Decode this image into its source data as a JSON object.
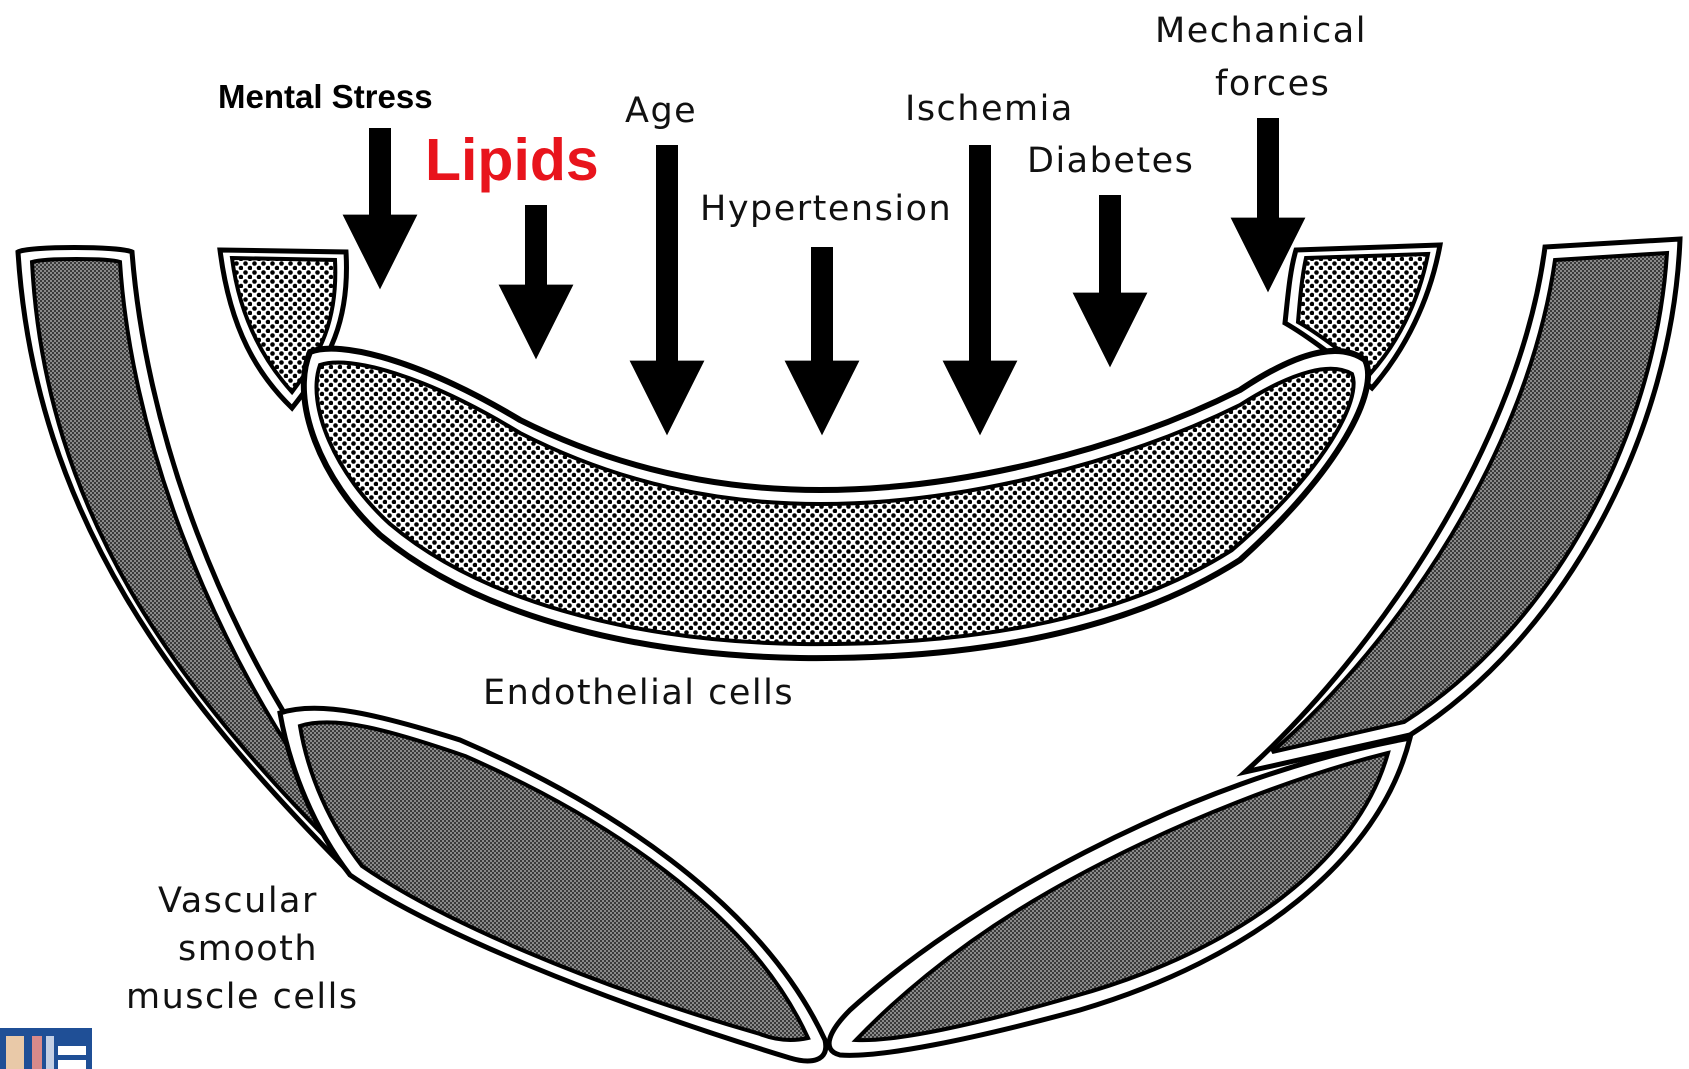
{
  "factors": {
    "mental_stress": "Mental Stress",
    "lipids": "Lipids",
    "age": "Age",
    "hypertension": "Hypertension",
    "ischemia": "Ischemia",
    "diabetes": "Diabetes",
    "mechanical_line1": "Mechanical",
    "mechanical_line2": "forces"
  },
  "structures": {
    "endothelial": "Endothelial cells",
    "smooth_muscle_line1": "Vascular",
    "smooth_muscle_line2": "smooth",
    "smooth_muscle_line3": "muscle cells"
  },
  "colors": {
    "highlight": "#e8141c",
    "logo_blue": "#1f4f96"
  }
}
